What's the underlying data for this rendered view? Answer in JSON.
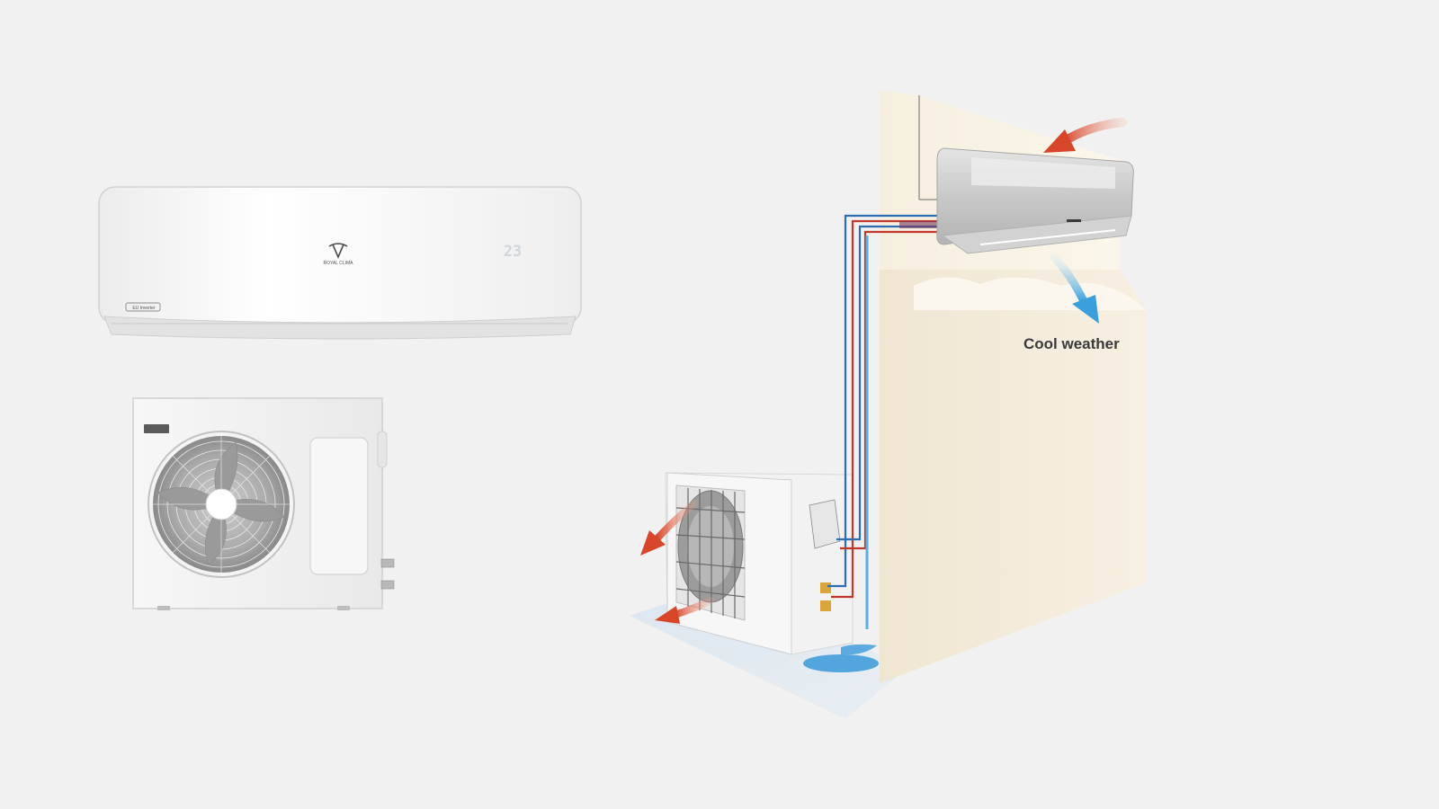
{
  "diagram": {
    "annotation": "Cool weather",
    "indoor_display": "23",
    "indoor_logo_text": "ROYAL CLIMA",
    "indoor_badge_text": "EU Inverter"
  },
  "colors": {
    "background": "#f1f1f1",
    "wall": "#faf3e4",
    "hot_air": "#d9502f",
    "cold_air": "#4aa8de",
    "pipe_red": "#c0392b",
    "pipe_blue": "#2e6db4",
    "water": "#3a9ad9"
  },
  "icons": {
    "hot_air_arrow": "red-curved-arrow-icon",
    "cold_air_arrow": "blue-curved-arrow-icon",
    "fan": "fan-icon"
  }
}
